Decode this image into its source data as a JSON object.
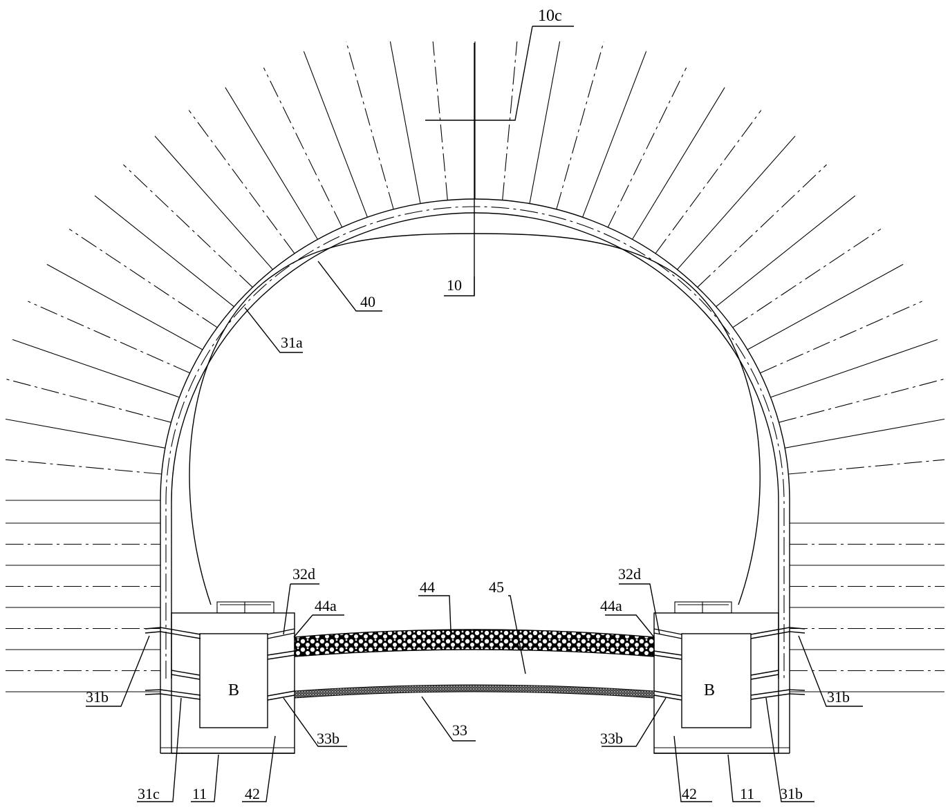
{
  "labels": {
    "l10c": "10c",
    "l10": "10",
    "l40": "40",
    "l31a": "31a",
    "l32d_left": "32d",
    "l32d_right": "32d",
    "l44": "44",
    "l45": "45",
    "l44a_left": "44a",
    "l44a_right": "44a",
    "l31b_left": "31b",
    "l31b_right": "31b",
    "l31b_bottom": "31b",
    "lB_left": "B",
    "lB_right": "B",
    "l33": "33",
    "l33b_left": "33b",
    "l33b_right": "33b",
    "l31c": "31c",
    "l11_left": "11",
    "l11_right": "11",
    "l42_left": "42",
    "l42_right": "42"
  },
  "colors": {
    "line": "#000000",
    "background": "#ffffff",
    "fill_pattern": "#000000"
  }
}
